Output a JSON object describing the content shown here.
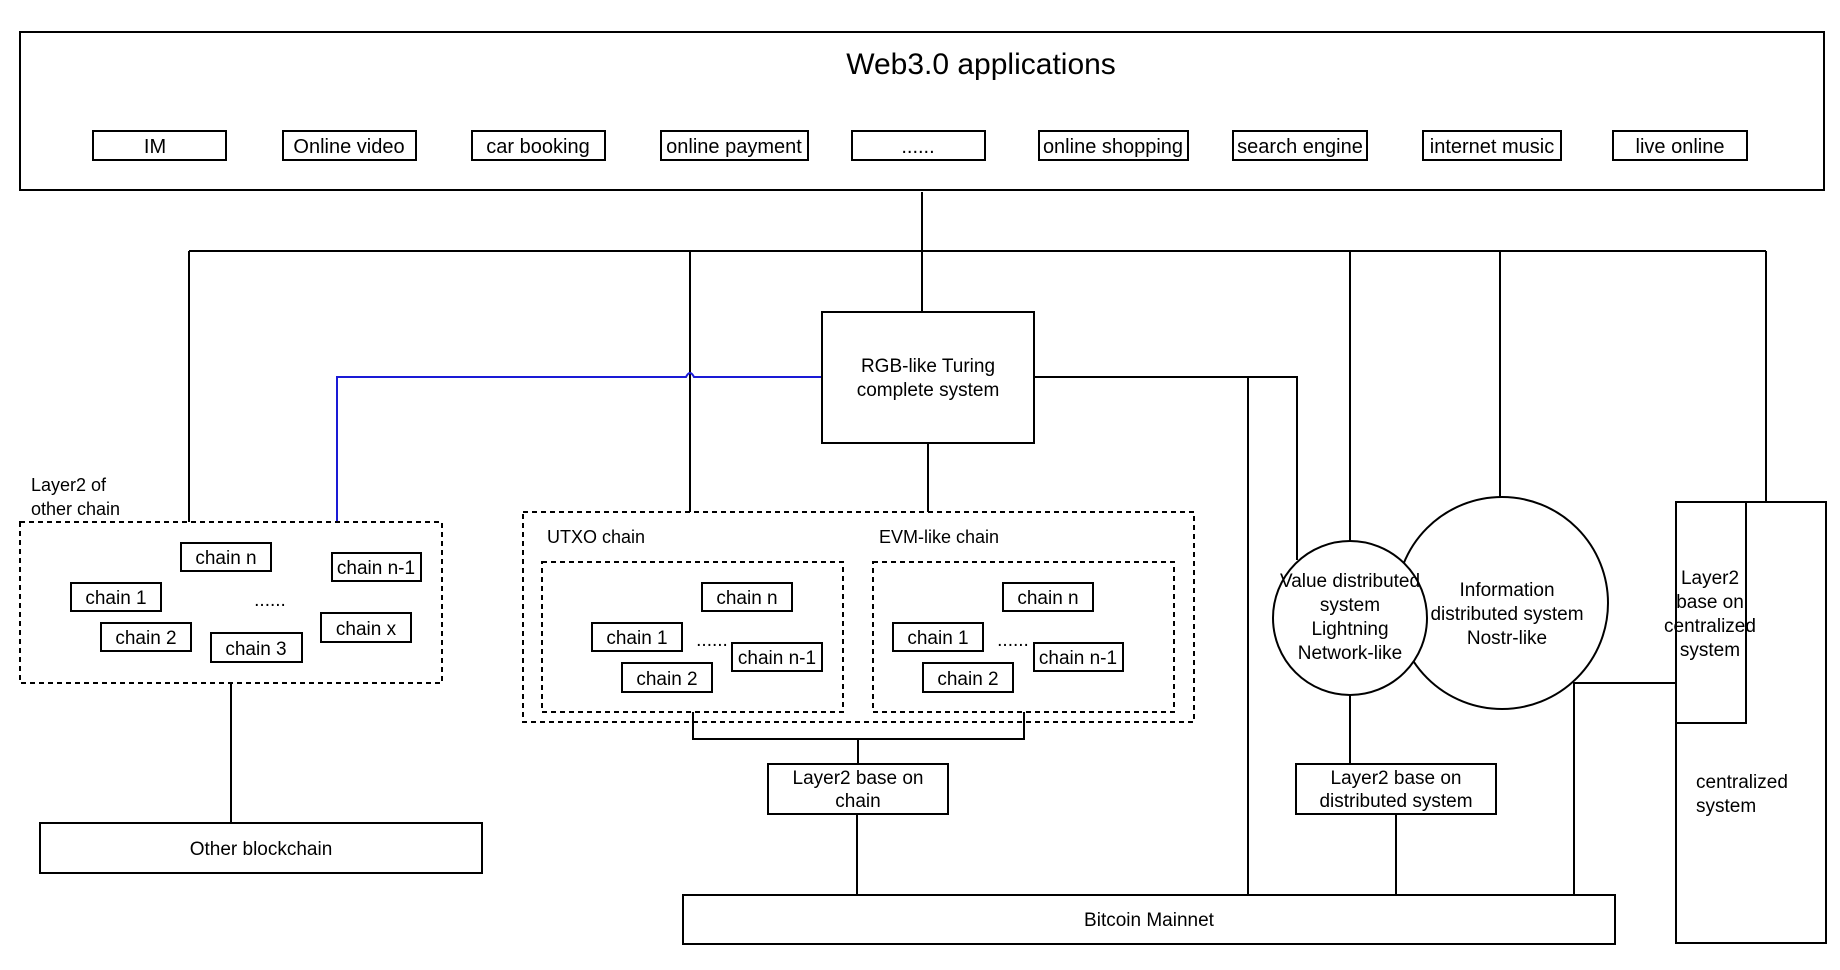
{
  "web3": {
    "title": "Web3.0 applications",
    "apps": [
      "IM",
      "Online video",
      "car booking",
      "online payment",
      "......",
      "online shopping",
      "search engine",
      "internet music",
      "live online"
    ]
  },
  "rgb": {
    "line1": "RGB-like Turing",
    "line2": "complete system"
  },
  "other_layer2": {
    "label_line1": "Layer2 of",
    "label_line2": "other chain",
    "chains": [
      "chain n",
      "chain n-1",
      "chain 1",
      "chain 2",
      "chain 3",
      "chain x"
    ],
    "ellipsis": "......"
  },
  "utxo": {
    "label": "UTXO chain",
    "chains": [
      "chain n",
      "chain 1",
      "chain 2",
      "chain n-1"
    ],
    "ellipsis": "......"
  },
  "evm": {
    "label": "EVM-like chain",
    "chains": [
      "chain n",
      "chain 1",
      "chain 2",
      "chain n-1"
    ],
    "ellipsis": "......"
  },
  "value_system": {
    "lines": [
      "Value distributed",
      "system",
      "Lightning",
      "Network-like"
    ]
  },
  "info_system": {
    "lines": [
      "Information",
      "distributed system",
      "Nostr-like"
    ]
  },
  "layer2_centralized": {
    "lines": [
      "Layer2",
      "base on",
      "centralized",
      "system"
    ]
  },
  "centralized": {
    "line1": "centralized",
    "line2": "system"
  },
  "layer2_chain": {
    "line1": "Layer2 base on",
    "line2": "chain"
  },
  "layer2_distributed": {
    "line1": "Layer2 base on",
    "line2": "distributed system"
  },
  "other_blockchain": "Other blockchain",
  "bitcoin": "Bitcoin Mainnet"
}
